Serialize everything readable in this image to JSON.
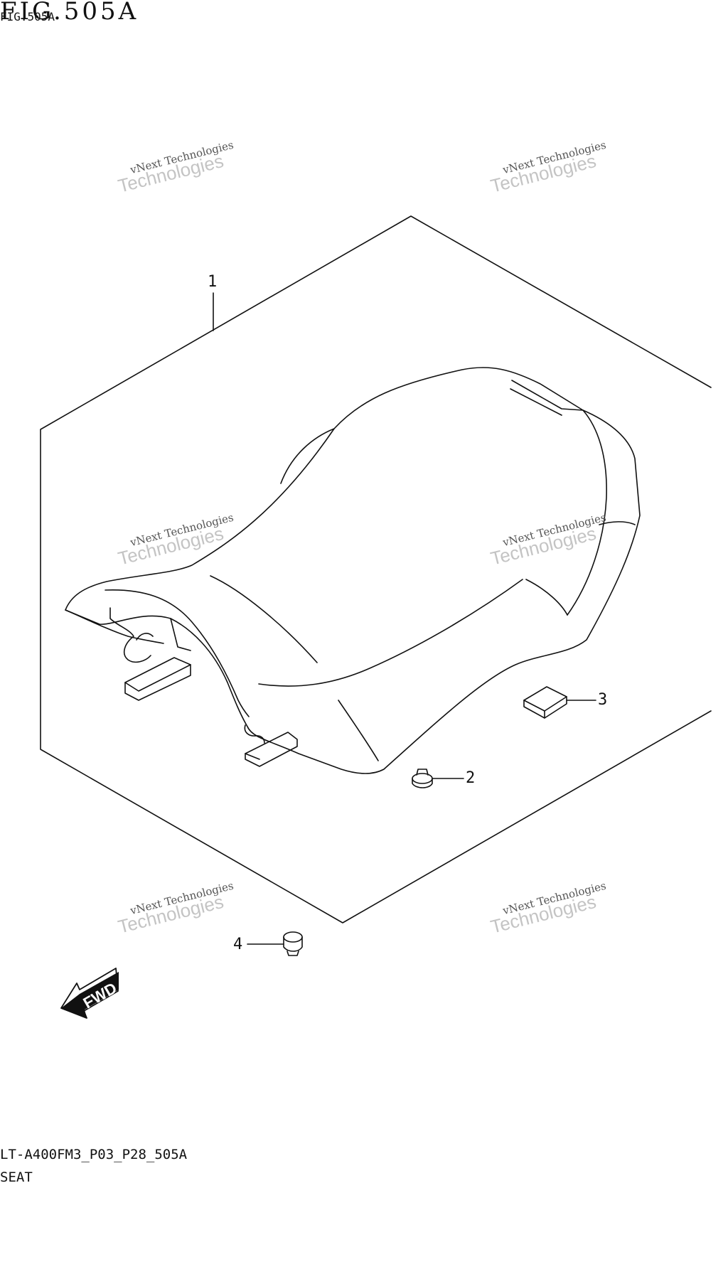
{
  "figure": {
    "title": "FIG.505A",
    "subtitle": "FIG.505A"
  },
  "footer": {
    "model_code": "LT-A400FM3_P03_P28_505A",
    "section_name": "SEAT"
  },
  "callouts": [
    "1",
    "2",
    "3",
    "4"
  ],
  "forward_arrow": {
    "label": "FWD",
    "icon": "forward-arrow-icon"
  },
  "watermark": {
    "line1": "vNext Technologies",
    "line2": "Technologies"
  },
  "colors": {
    "line": "#111111",
    "watermark": "#bdbdbd",
    "background": "#ffffff"
  }
}
